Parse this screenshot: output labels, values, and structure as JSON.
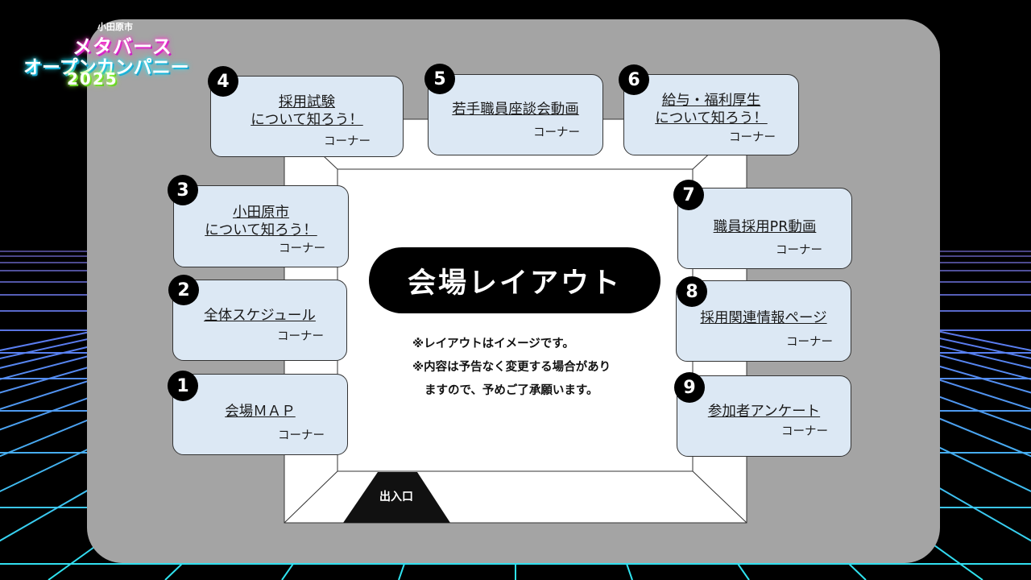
{
  "logo": {
    "city": "小田原市",
    "line1": "メタバース",
    "line2": "オープンカンパニー",
    "line3": "2025"
  },
  "layout": {
    "title": "会場レイアウト",
    "notes": [
      "※レイアウトはイメージです。",
      "※内容は予告なく変更する場合があり",
      "ますので、予めご了承願います。"
    ],
    "entrance": "出入口"
  },
  "corners": [
    {
      "number": "1",
      "name_lines": [
        "会場ＭＡＰ"
      ],
      "suffix": "コーナー"
    },
    {
      "number": "2",
      "name_lines": [
        "全体スケジュール"
      ],
      "suffix": "コーナー"
    },
    {
      "number": "3",
      "name_lines": [
        "小田原市",
        "について知ろう！"
      ],
      "suffix": "コーナー"
    },
    {
      "number": "4",
      "name_lines": [
        "採用試験",
        "について知ろう！"
      ],
      "suffix": "コーナー"
    },
    {
      "number": "5",
      "name_lines": [
        "若手職員座談会動画"
      ],
      "suffix": "コーナー"
    },
    {
      "number": "6",
      "name_lines": [
        "給与・福利厚生",
        "について知ろう！"
      ],
      "suffix": "コーナー"
    },
    {
      "number": "7",
      "name_lines": [
        "職員採用PR動画"
      ],
      "suffix": "コーナー"
    },
    {
      "number": "8",
      "name_lines": [
        "採用関連情報ページ"
      ],
      "suffix": "コーナー"
    },
    {
      "number": "9",
      "name_lines": [
        "参加者アンケート"
      ],
      "suffix": "コーナー"
    }
  ],
  "colors": {
    "background": "#000000",
    "panel": "#a4a4a4",
    "corner_fill": "#dce8f4",
    "badge": "#000000",
    "grid_cyan": "#2ee6f0",
    "grid_violet": "#8a7cf0"
  }
}
